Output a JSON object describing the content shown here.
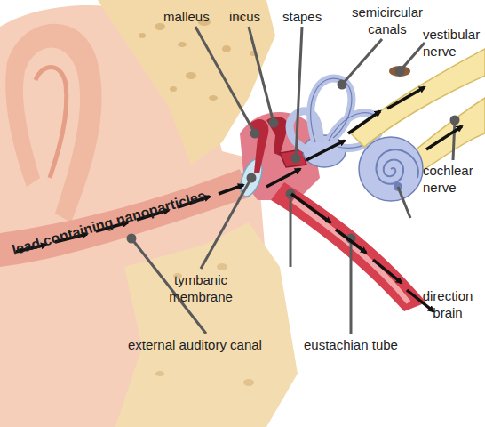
{
  "diagram": {
    "labels": [
      "malleus",
      "incus",
      "stapes",
      "semicircular canals",
      "vestibular nerve",
      "lead containing nanoparticles",
      "cochlear nerve",
      "tymbanic membrane",
      "direction brain",
      "external auditory canal",
      "eustachian tube"
    ]
  }
}
